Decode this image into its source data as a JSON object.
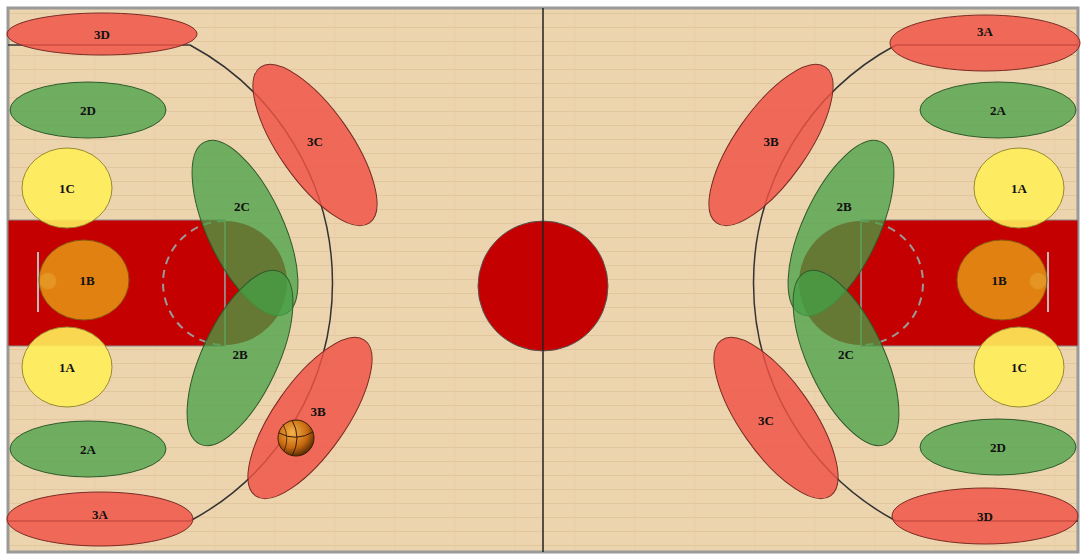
{
  "diagram": {
    "nodes": [
      {
        "text": [
          "3D"
        ]
      },
      {
        "text": [
          "2D"
        ]
      },
      {
        "text": [
          "1C"
        ]
      },
      {
        "text": [
          "2C"
        ]
      },
      {
        "text": [
          "3C"
        ]
      },
      {
        "text": [
          "1B"
        ]
      },
      {
        "text": [
          "2B"
        ]
      },
      {
        "text": [
          "1A"
        ]
      },
      {
        "text": [
          "3B"
        ]
      },
      {
        "text": [
          "2A"
        ]
      },
      {
        "text": [
          "3A"
        ]
      },
      {
        "text": [
          "3A"
        ]
      },
      {
        "text": [
          "3B"
        ]
      },
      {
        "text": [
          "2A"
        ]
      },
      {
        "text": [
          "2B"
        ]
      },
      {
        "text": [
          "1A"
        ]
      },
      {
        "text": [
          "1B"
        ]
      },
      {
        "text": [
          "2C"
        ]
      },
      {
        "text": [
          "1C"
        ]
      },
      {
        "text": [
          "3C"
        ]
      },
      {
        "text": [
          "2D"
        ]
      },
      {
        "text": [
          "3D"
        ]
      }
    ]
  }
}
